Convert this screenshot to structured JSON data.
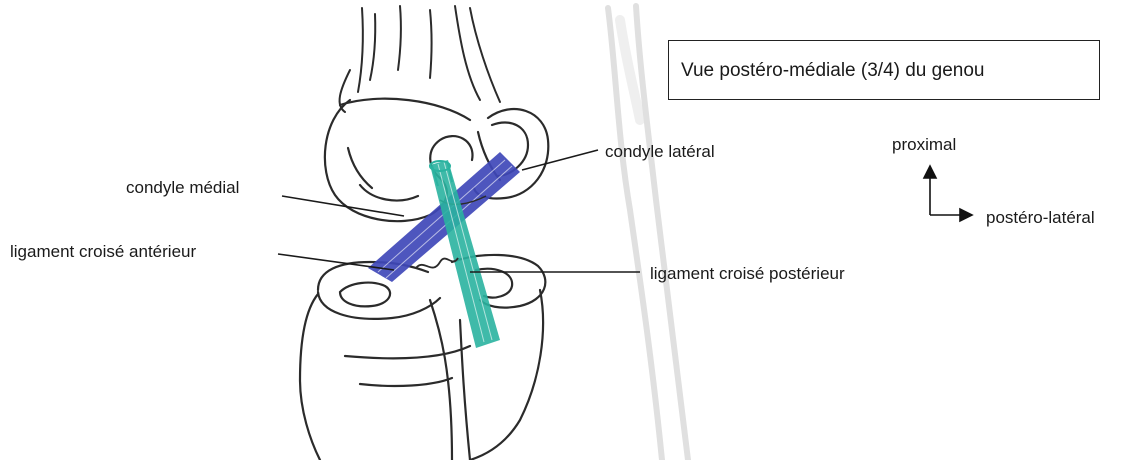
{
  "title": "Vue postéro-médiale (3/4) du genou",
  "labels": {
    "condyle_lateral": "condyle latéral",
    "condyle_medial": "condyle médial",
    "lca": "ligament croisé antérieur",
    "lcp": "ligament croisé postérieur"
  },
  "orientation": {
    "up": "proximal",
    "right": "postéro-latéral"
  },
  "colors": {
    "outline": "#2b2b2b",
    "acl": "#3f48b8",
    "pcl": "#2ab3a0",
    "faint_bone": "#d9d9d9"
  }
}
